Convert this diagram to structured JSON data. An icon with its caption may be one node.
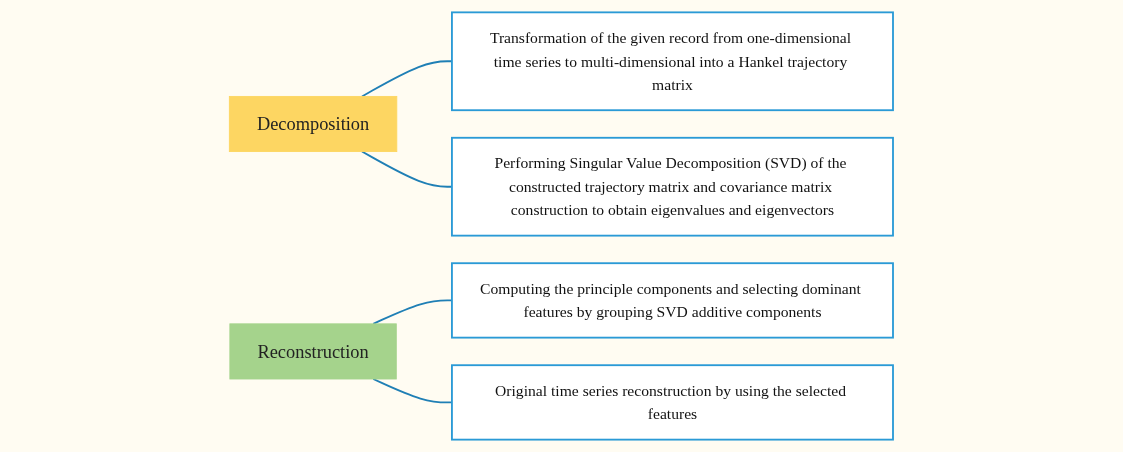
{
  "diagram": {
    "nodes": [
      {
        "text": [
          "Decomposition"
        ]
      },
      {
        "text": [
          "Transformation of the given record from one-dimensional time series to multi-dimensional into a Hankel trajectory matrix"
        ]
      },
      {
        "text": [
          "Performing Singular Value Decomposition (SVD) of the constructed trajectory matrix and covariance matrix construction to obtain eigenvalues and eigenvectors"
        ]
      },
      {
        "text": [
          "Reconstruction"
        ]
      },
      {
        "text": [
          "Computing the principle components and selecting dominant features by grouping SVD additive components"
        ]
      },
      {
        "text": [
          "Original time series reconstruction by using the selected features"
        ]
      }
    ],
    "edges": [
      {
        "from": 0,
        "to": 1,
        "arrow": "none"
      },
      {
        "from": 0,
        "to": 2,
        "arrow": "none"
      },
      {
        "from": 3,
        "to": 4,
        "arrow": "none"
      },
      {
        "from": 3,
        "to": 5,
        "arrow": "none"
      }
    ]
  }
}
